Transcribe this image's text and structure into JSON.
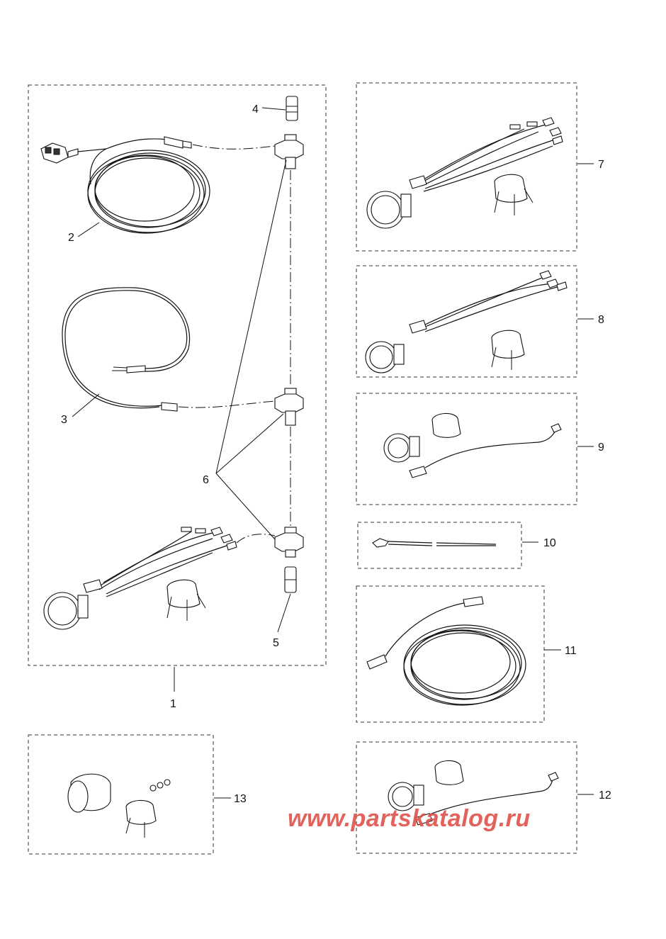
{
  "callouts": {
    "c1": "1",
    "c2": "2",
    "c3": "3",
    "c4": "4",
    "c5": "5",
    "c6": "6",
    "c7": "7",
    "c8": "8",
    "c9": "9",
    "c10": "10",
    "c11": "11",
    "c12": "12",
    "c13": "13"
  },
  "watermark": "www.partskatalog.ru"
}
